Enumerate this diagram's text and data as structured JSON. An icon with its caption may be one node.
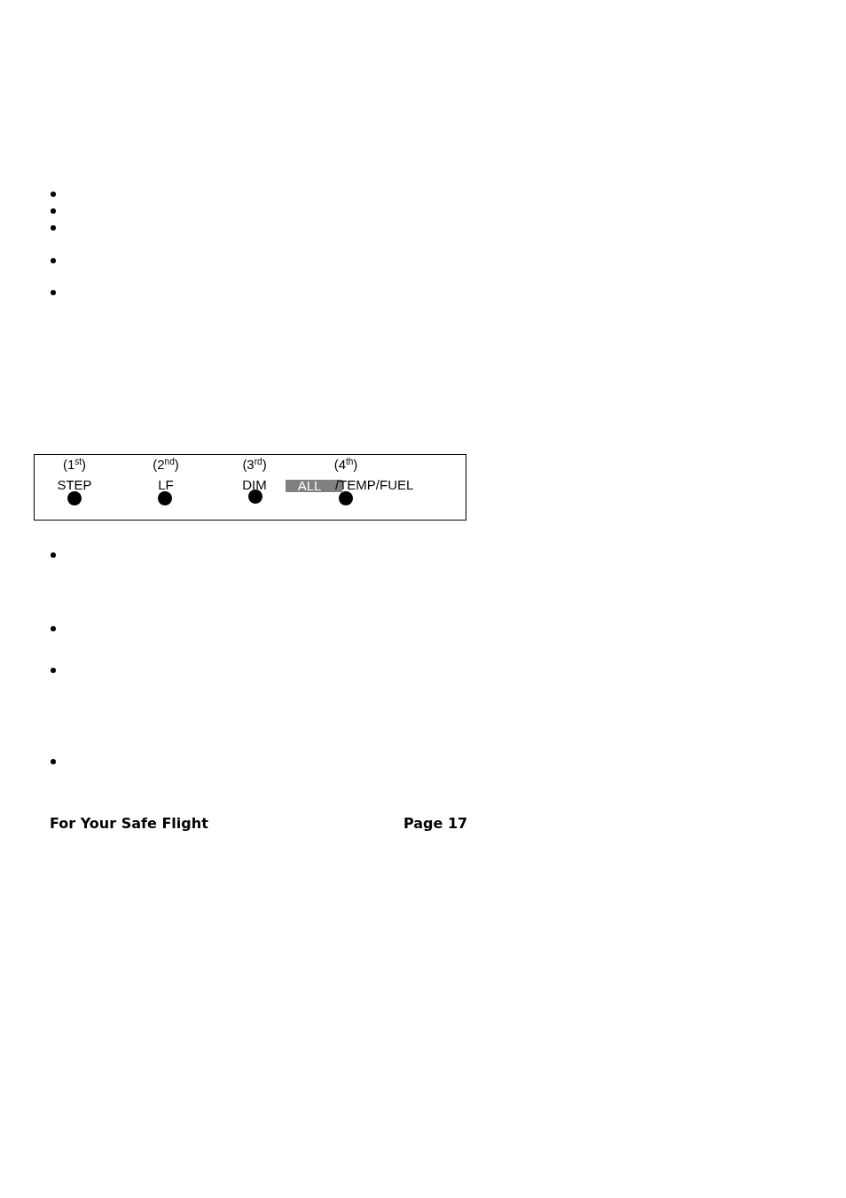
{
  "diagram": {
    "nodes": [
      {
        "text": [],
        "shape": "box"
      },
      {
        "text": [],
        "shape": "circle",
        "in": 0,
        "beside": [
          "(1$^{st}$)",
          "STEP"
        ]
      },
      {
        "text": [],
        "shape": "circle",
        "in": 0,
        "beside": [
          "(2$^{nd}$)",
          "LF"
        ]
      },
      {
        "text": [],
        "shape": "circle",
        "in": 0,
        "beside": [
          "(3$^{rd}$)",
          "DIM"
        ]
      },
      {
        "text": [],
        "shape": "circle",
        "in": 0,
        "beside": [
          "(4$^{th}$)",
          "ALL",
          "/TEMP/FUEL"
        ]
      }
    ],
    "edges": [],
    "labels": [
      "For Your Safe Flight",
      "Page 17"
    ]
  }
}
